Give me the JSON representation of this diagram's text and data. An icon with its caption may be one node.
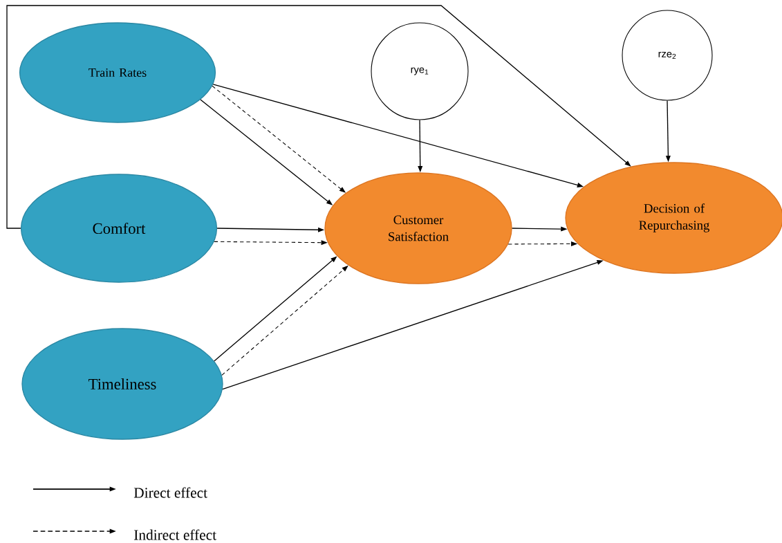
{
  "diagram": {
    "nodes": [
      {
        "text": [
          "Train Rates"
        ]
      },
      {
        "text": [
          "Comfort"
        ]
      },
      {
        "text": [
          "Timeliness"
        ]
      },
      {
        "text": [
          "Customer Satisfaction"
        ]
      },
      {
        "text": [
          "Decision of Repurchasing"
        ]
      },
      {
        "text": [
          "rye$_{1}$"
        ]
      },
      {
        "text": [
          "rze$_{2}$"
        ]
      }
    ],
    "edges": [
      {
        "from": 0,
        "to": 3,
        "arrow": "to"
      },
      {
        "from": 0,
        "to": 3,
        "arrow": "to",
        "style": "dashed"
      },
      {
        "from": 0,
        "to": 4,
        "arrow": "to"
      },
      {
        "from": 1,
        "to": 4,
        "arrow": "to"
      },
      {
        "from": 1,
        "to": 3,
        "arrow": "to"
      },
      {
        "from": 1,
        "to": 3,
        "arrow": "to",
        "style": "dashed"
      },
      {
        "from": 2,
        "to": 3,
        "arrow": "to"
      },
      {
        "from": 2,
        "to": 3,
        "arrow": "to",
        "style": "dashed"
      },
      {
        "from": 2,
        "to": 4,
        "arrow": "to"
      },
      {
        "from": 3,
        "to": 4,
        "arrow": "to"
      },
      {
        "from": 3,
        "to": 4,
        "arrow": "to",
        "style": "dashed"
      },
      {
        "from": 5,
        "to": 3,
        "arrow": "to"
      },
      {
        "from": 6,
        "to": 4,
        "arrow": "to"
      }
    ],
    "legend": [
      {
        "text": "Direct effect"
      },
      {
        "text": "Indirect effect"
      }
    ]
  }
}
